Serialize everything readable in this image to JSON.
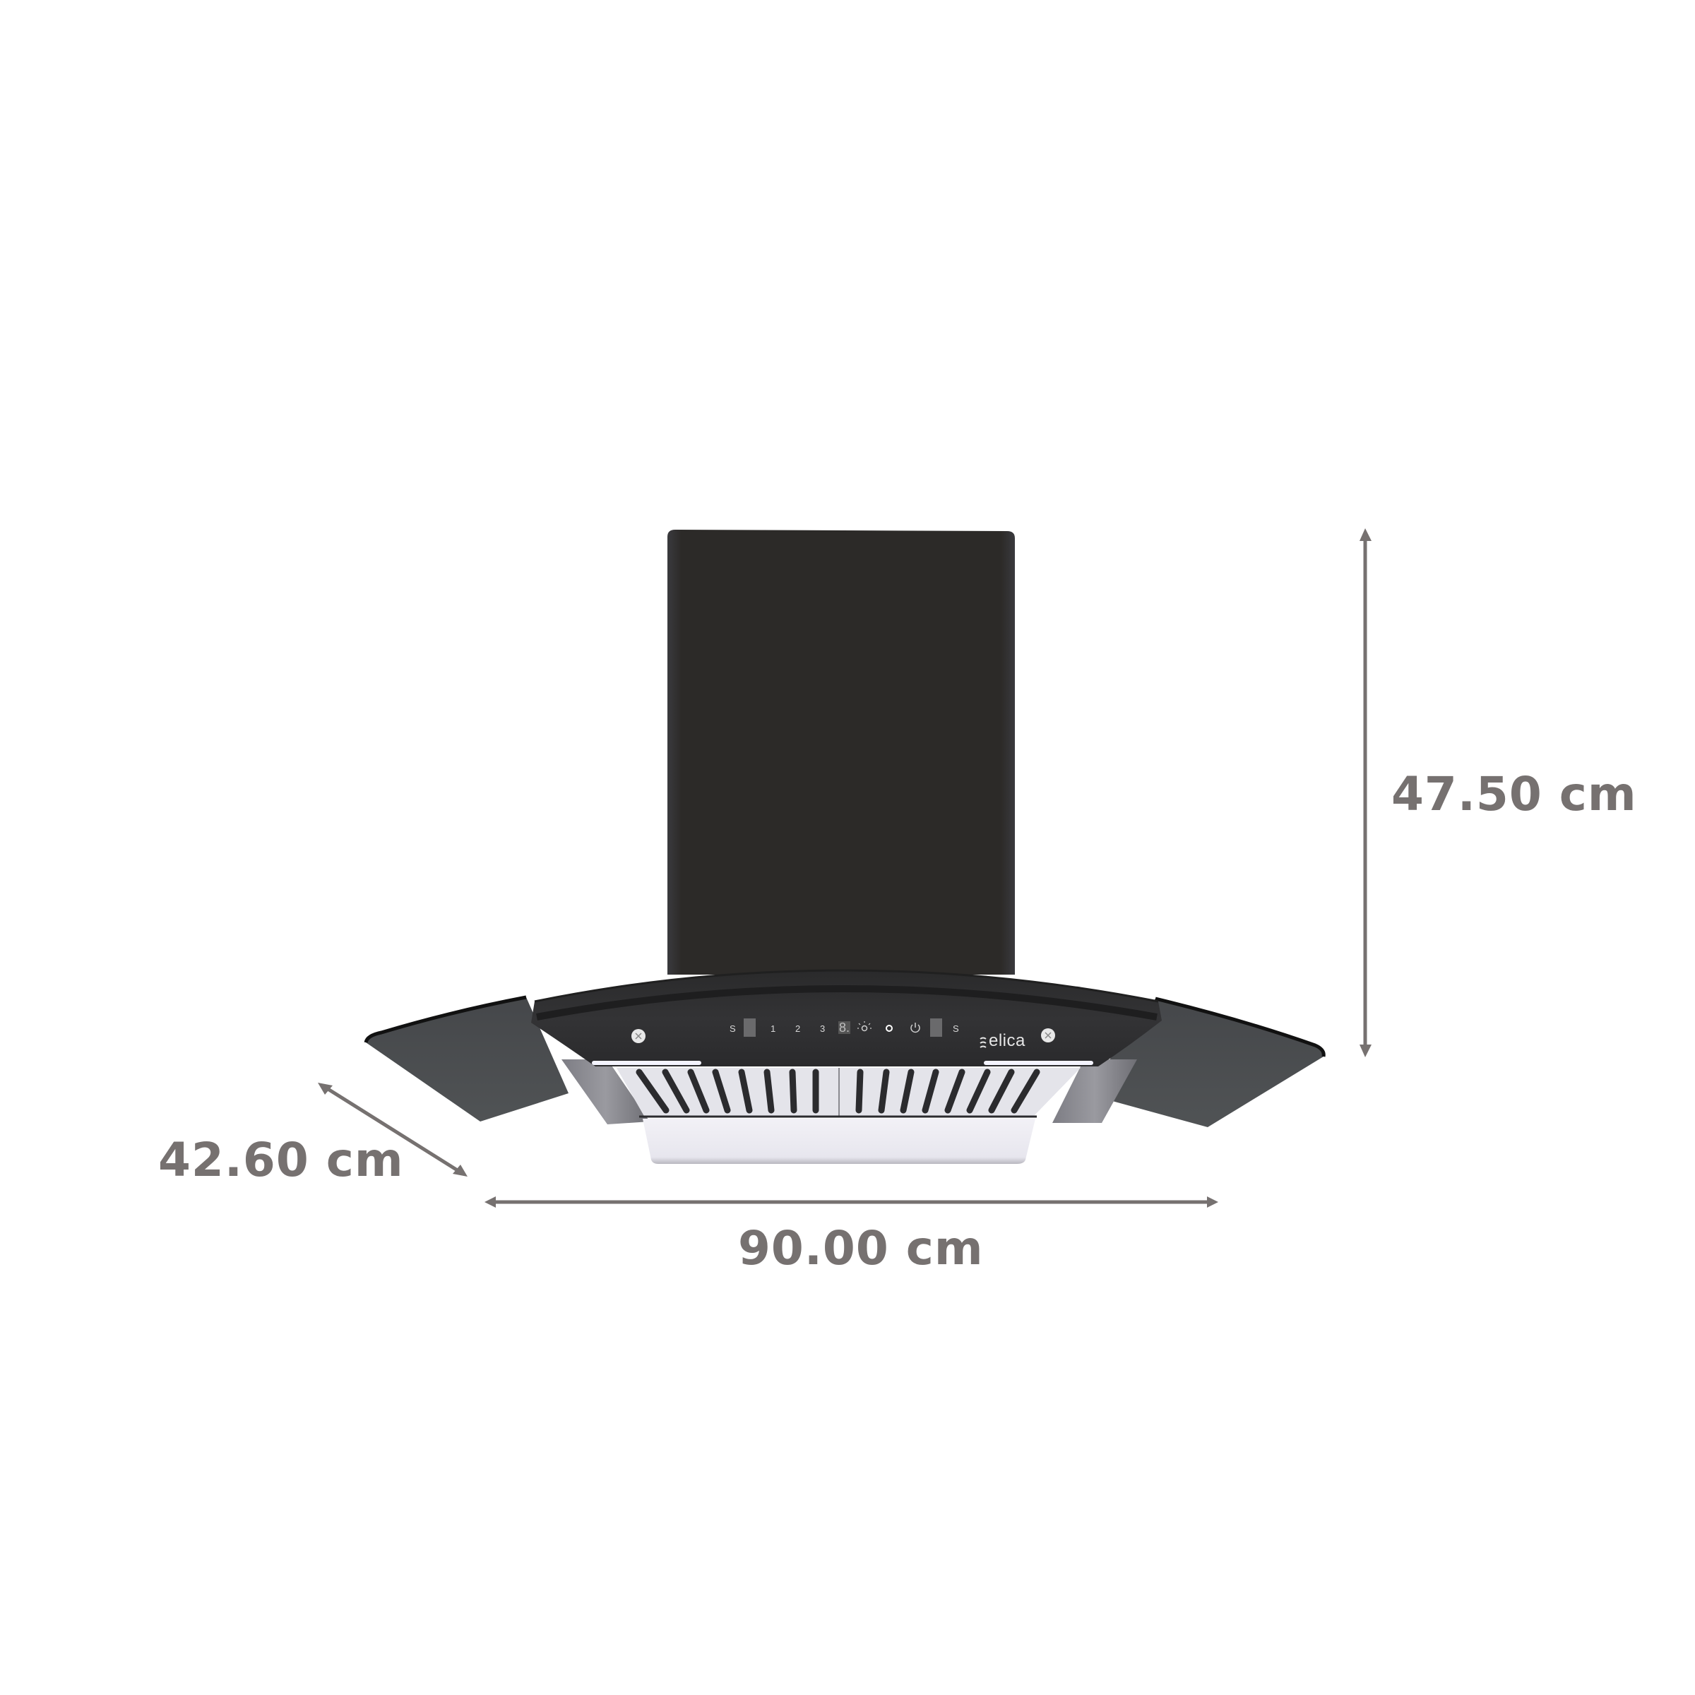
{
  "product": {
    "type": "Chimney kitchen hood",
    "brand": "elica",
    "finish_color": "#2c2a28",
    "glass_color": "#4a4c4e"
  },
  "control_panel": {
    "left_slider_label": "S",
    "speed_1": "1",
    "speed_2": "2",
    "speed_3": "3",
    "display_digit": "8.",
    "icons": [
      "light-icon",
      "auto-clean-icon",
      "power-icon"
    ],
    "right_slider_label": "S"
  },
  "dimensions": {
    "height": "47.50 cm",
    "depth": "42.60 cm",
    "width": "90.00 cm",
    "color": "#767170"
  }
}
